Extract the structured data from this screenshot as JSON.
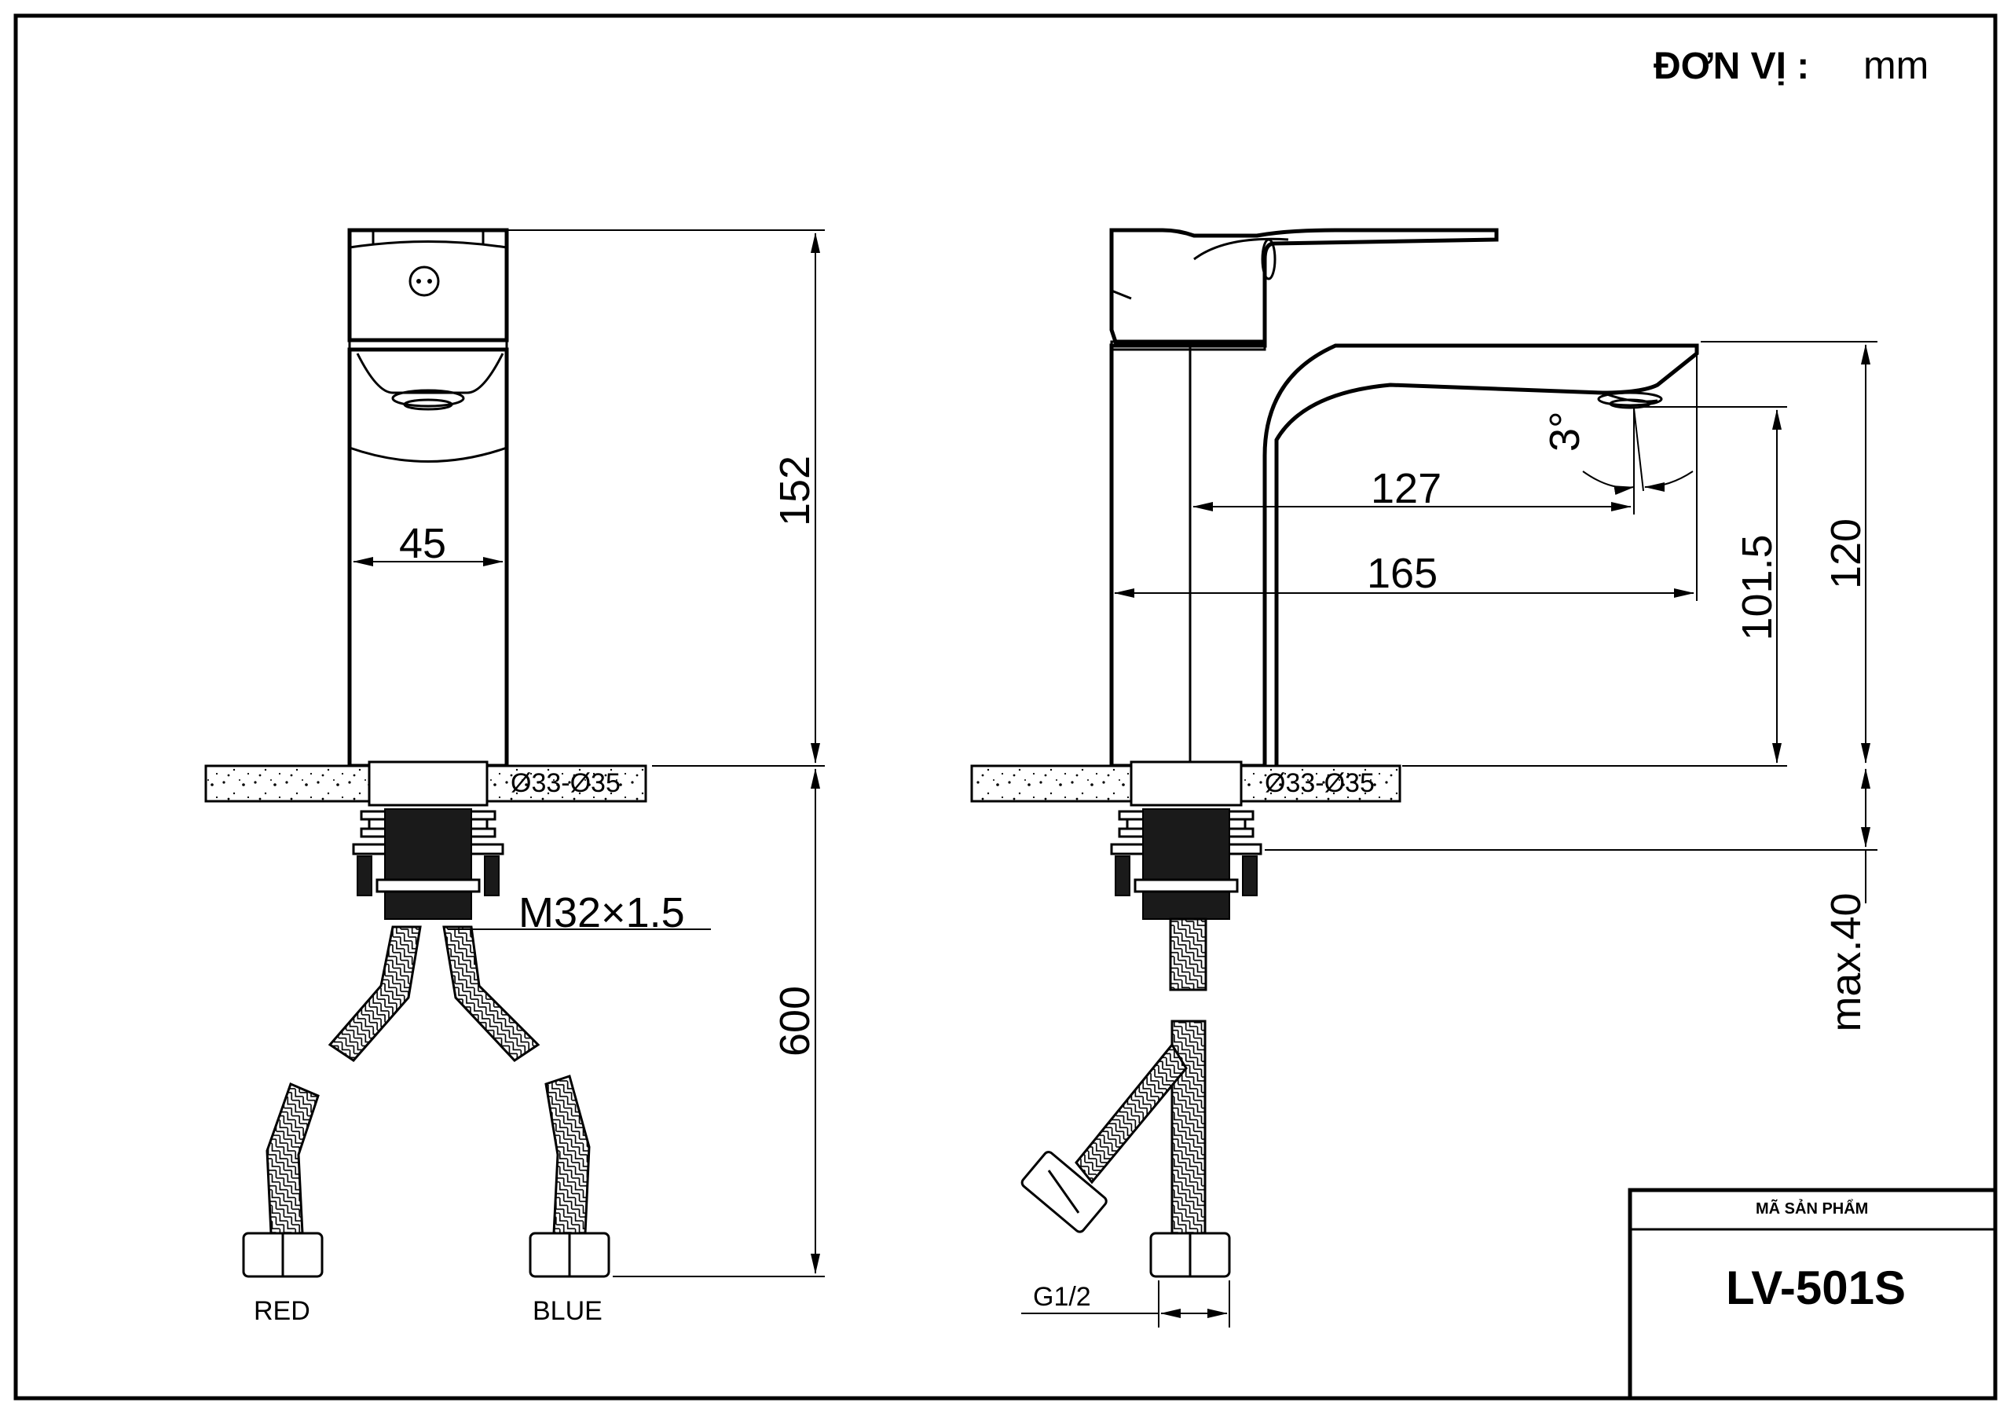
{
  "header": {
    "unit_label": "ĐƠN VỊ :",
    "unit_value": "mm"
  },
  "front_view": {
    "dims": {
      "height_152": "152",
      "width_45": "45",
      "length_600": "600",
      "hole_diameter": "Ø33-Ø35",
      "thread": "M32×1.5"
    },
    "hose_labels": {
      "left": "RED",
      "right": "BLUE"
    }
  },
  "side_view": {
    "dims": {
      "reach_127": "127",
      "reach_165": "165",
      "height_101_5": "101.5",
      "height_120": "120",
      "max_thickness": "max.40",
      "angle": "3°",
      "hole_diameter": "Ø33-Ø35",
      "connector": "G1/2"
    }
  },
  "title_block": {
    "heading": "MÃ SẢN PHẨM",
    "product_code": "LV-501S"
  },
  "colors": {
    "ink": "#000000",
    "paper": "#ffffff",
    "solid_fill": "#1a1a1a"
  }
}
